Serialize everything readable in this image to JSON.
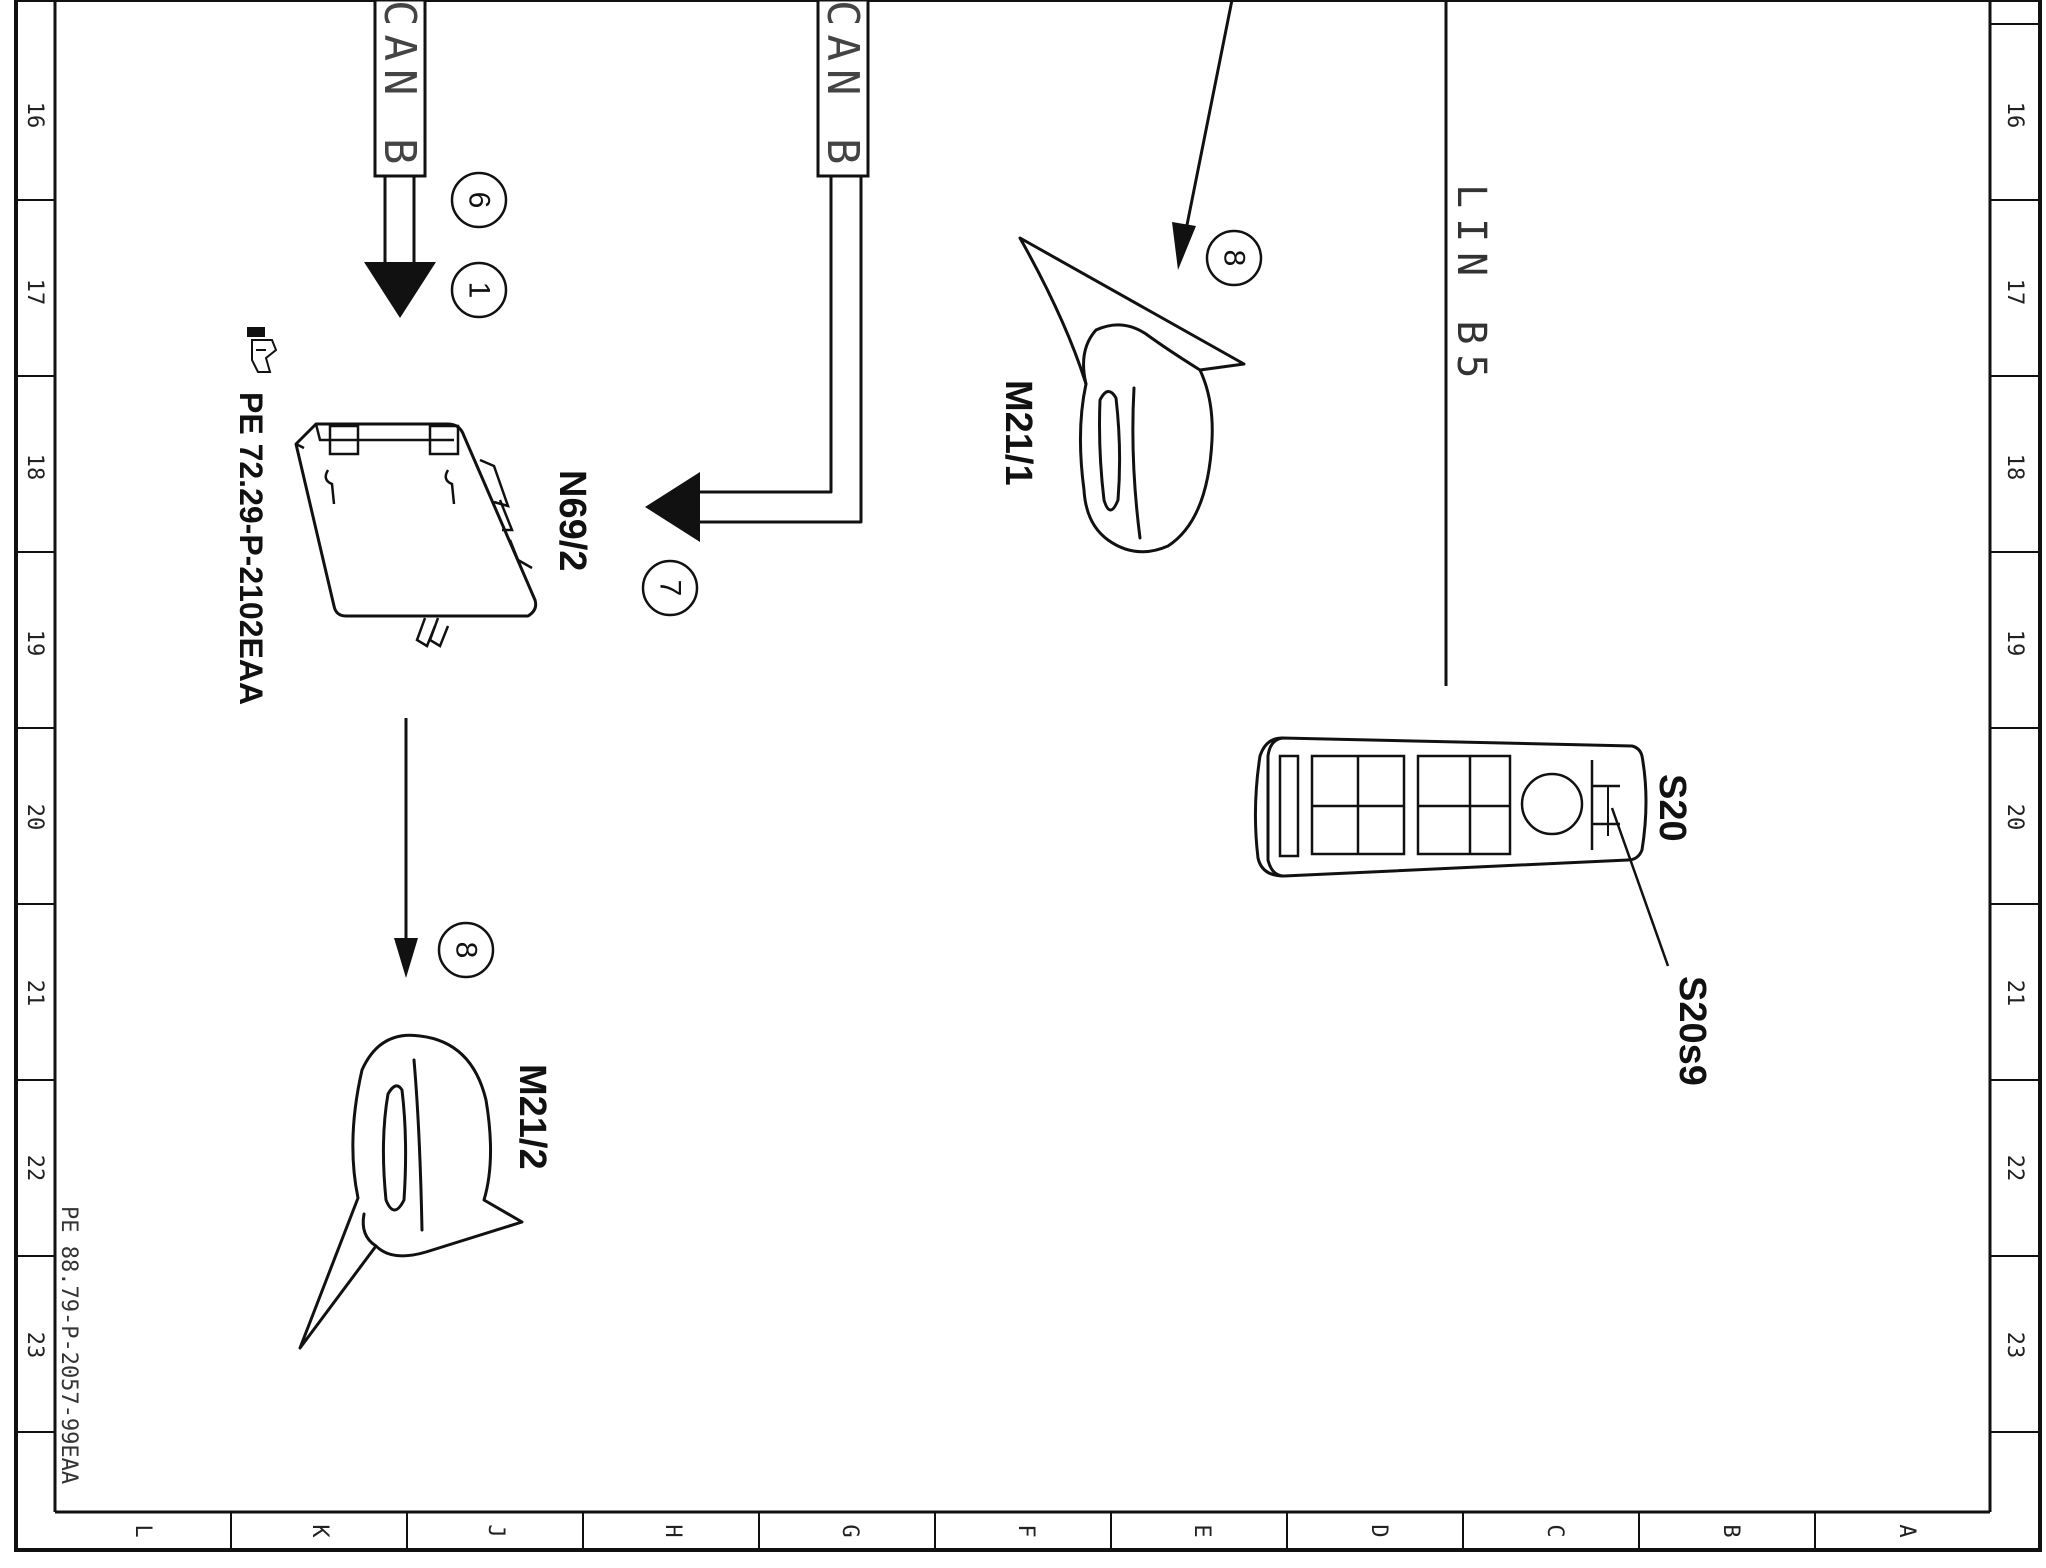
{
  "grid": {
    "rows": [
      "16",
      "17",
      "18",
      "19",
      "20",
      "21",
      "22",
      "23"
    ],
    "cols": [
      "L",
      "K",
      "J",
      "H",
      "G",
      "F",
      "E",
      "D",
      "C",
      "B",
      "A"
    ]
  },
  "buses": {
    "can_left": "CAN B",
    "can_right": "CAN B",
    "lin": "LIN B5"
  },
  "callouts": {
    "c6": "6",
    "c1": "1",
    "c7": "7",
    "c8_top": "8",
    "c8_bottom": "8"
  },
  "components": {
    "n69_2": "N69/2",
    "m21_1": "M21/1",
    "m21_2": "M21/2",
    "s20": "S20",
    "s20s9": "S20s9"
  },
  "references": {
    "module_ref": "PE 72.29-P-2102EAA",
    "footer_ref": "PE 88.79-P-2057-99EAA"
  },
  "icons": {
    "hand": "pointing-hand-icon"
  }
}
